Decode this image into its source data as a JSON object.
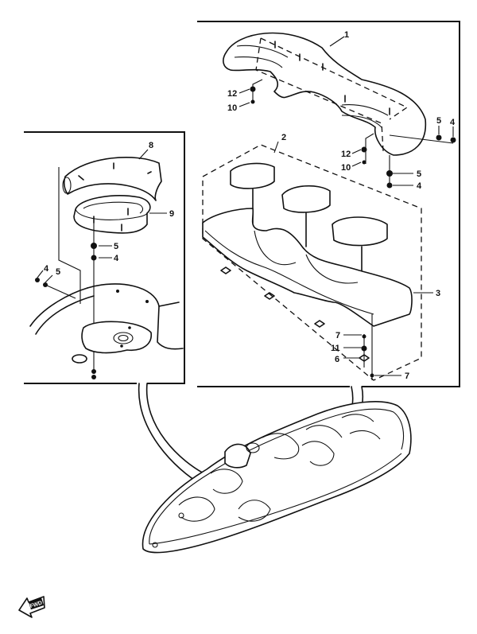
{
  "diagram": {
    "type": "exploded parts diagram",
    "subject": "boat seat assembly",
    "orientation_badge": "FWD",
    "callouts": {
      "c1": "1",
      "c2": "2",
      "c3": "3",
      "c4a": "4",
      "c4b": "4",
      "c4c": "4",
      "c5a": "5",
      "c5b": "5",
      "c5c": "5",
      "c5d": "5",
      "c6": "6",
      "c7a": "7",
      "c7b": "7",
      "c8": "8",
      "c9": "9",
      "c10a": "10",
      "c10b": "10",
      "c11": "11",
      "c12a": "12",
      "c12b": "12"
    },
    "panels": [
      {
        "name": "driver-seat-detail",
        "parts": [
          "8",
          "9",
          "5",
          "4"
        ]
      },
      {
        "name": "rear-bench-seat-detail",
        "parts": [
          "1",
          "2",
          "3",
          "4",
          "5",
          "6",
          "7",
          "10",
          "11",
          "12"
        ]
      }
    ]
  }
}
